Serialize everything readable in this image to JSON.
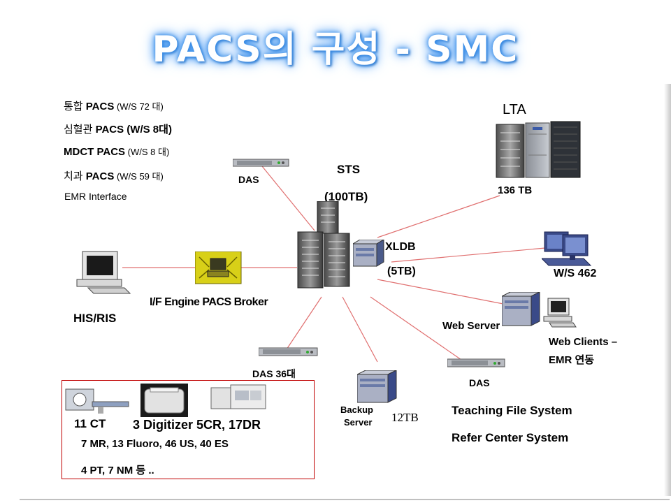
{
  "title": "PACS의 구성 - SMC",
  "summary": [
    {
      "pre": "통합 ",
      "bold": "PACS",
      "post": " (W/S 72 대)"
    },
    {
      "pre": "심혈관 ",
      "bold": "PACS (W/S 8대)",
      "post": ""
    },
    {
      "pre": "",
      "bold": "MDCT PACS",
      "post": " (W/S 8 대)"
    },
    {
      "pre": "치과 ",
      "bold": "PACS",
      "post": " (W/S 59 대)"
    }
  ],
  "emr_interface": "EMR Interface",
  "nodes": {
    "das_top": "DAS",
    "sts": "STS",
    "sts_cap": "(100TB)",
    "lta": "LTA",
    "lta_cap": "136 TB",
    "xldb": "XLDB",
    "xldb_cap": "(5TB)",
    "ws": "W/S 462",
    "his_ris": "HIS/RIS",
    "if_engine": "I/F Engine PACS Broker",
    "web_server": "Web Server",
    "web_clients_1": "Web Clients –",
    "web_clients_2": "EMR 연동",
    "das_36": "DAS 36대",
    "das_bottom": "DAS",
    "backup_1": "Backup",
    "backup_2": "Server",
    "backup_cap": "12TB",
    "teaching": "Teaching File System",
    "refer": "Refer Center System"
  },
  "modalities": {
    "line1a": "11 CT",
    "line1b": "3 Digitizer 5CR,  17DR",
    "line2": "7 MR,  13 Fluoro, 46 US, 40 ES",
    "line3": "4 PT,    7 NM 등 .."
  },
  "colors": {
    "title_glow": "#3a8ee8",
    "connector": "#e07070",
    "modality_box": "#c00000"
  },
  "icons": [
    "rack-server-icon",
    "disk-array-icon",
    "storage-cabinet-icon",
    "workstation-icon",
    "ct-scanner-icon",
    "printer-digitizer-icon"
  ]
}
